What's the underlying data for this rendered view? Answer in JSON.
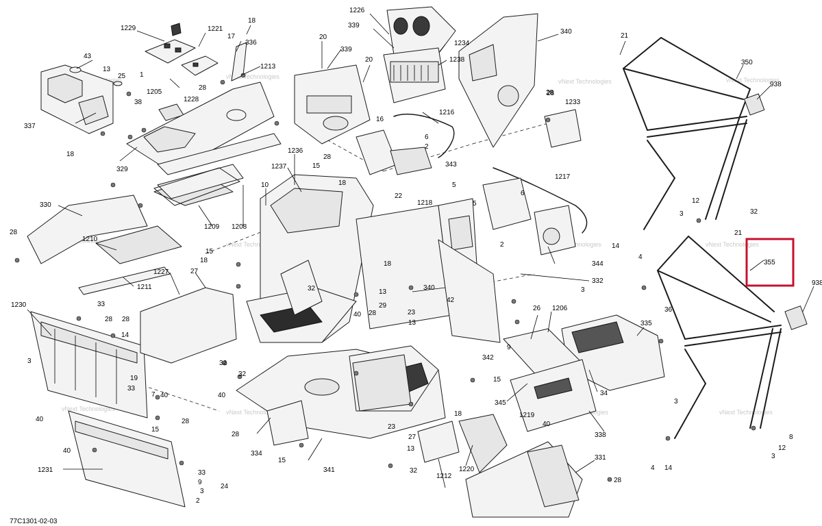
{
  "diagram": {
    "code": "77C1301-02-03",
    "watermark": "vNext Technologies",
    "highlight_color": "#c8102e",
    "highlighted_callout": "355",
    "callouts": [
      "1229",
      "1221",
      "18",
      "17",
      "336",
      "1226",
      "339",
      "1234",
      "1238",
      "340",
      "20",
      "21",
      "350",
      "938",
      "43",
      "13",
      "25",
      "38",
      "1",
      "1228",
      "28",
      "1213",
      "1205",
      "337",
      "18",
      "329",
      "339",
      "20",
      "16",
      "1216",
      "28",
      "1233",
      "6",
      "2",
      "343",
      "1236",
      "28",
      "15",
      "18",
      "1237",
      "10",
      "22",
      "1218",
      "5",
      "1217",
      "6",
      "5",
      "12",
      "32",
      "3",
      "28",
      "330",
      "1210",
      "1208",
      "1209",
      "4",
      "14",
      "21",
      "355",
      "28",
      "15",
      "18",
      "27",
      "18",
      "2",
      "1227",
      "1211",
      "13",
      "340",
      "344",
      "332",
      "938",
      "33",
      "28",
      "28",
      "14",
      "32",
      "40",
      "28",
      "29",
      "23",
      "13",
      "26",
      "1206",
      "3",
      "335",
      "36",
      "1230",
      "9",
      "3",
      "32",
      "40",
      "42",
      "342",
      "15",
      "34",
      "7",
      "33",
      "19",
      "40",
      "32",
      "345",
      "3",
      "40",
      "15",
      "28",
      "18",
      "1219",
      "40",
      "338",
      "8",
      "40",
      "1231",
      "28",
      "334",
      "15",
      "23",
      "27",
      "13",
      "32",
      "1212",
      "1220",
      "331",
      "3",
      "12",
      "33",
      "24",
      "341",
      "28",
      "4",
      "14",
      "9",
      "3",
      "2"
    ]
  }
}
